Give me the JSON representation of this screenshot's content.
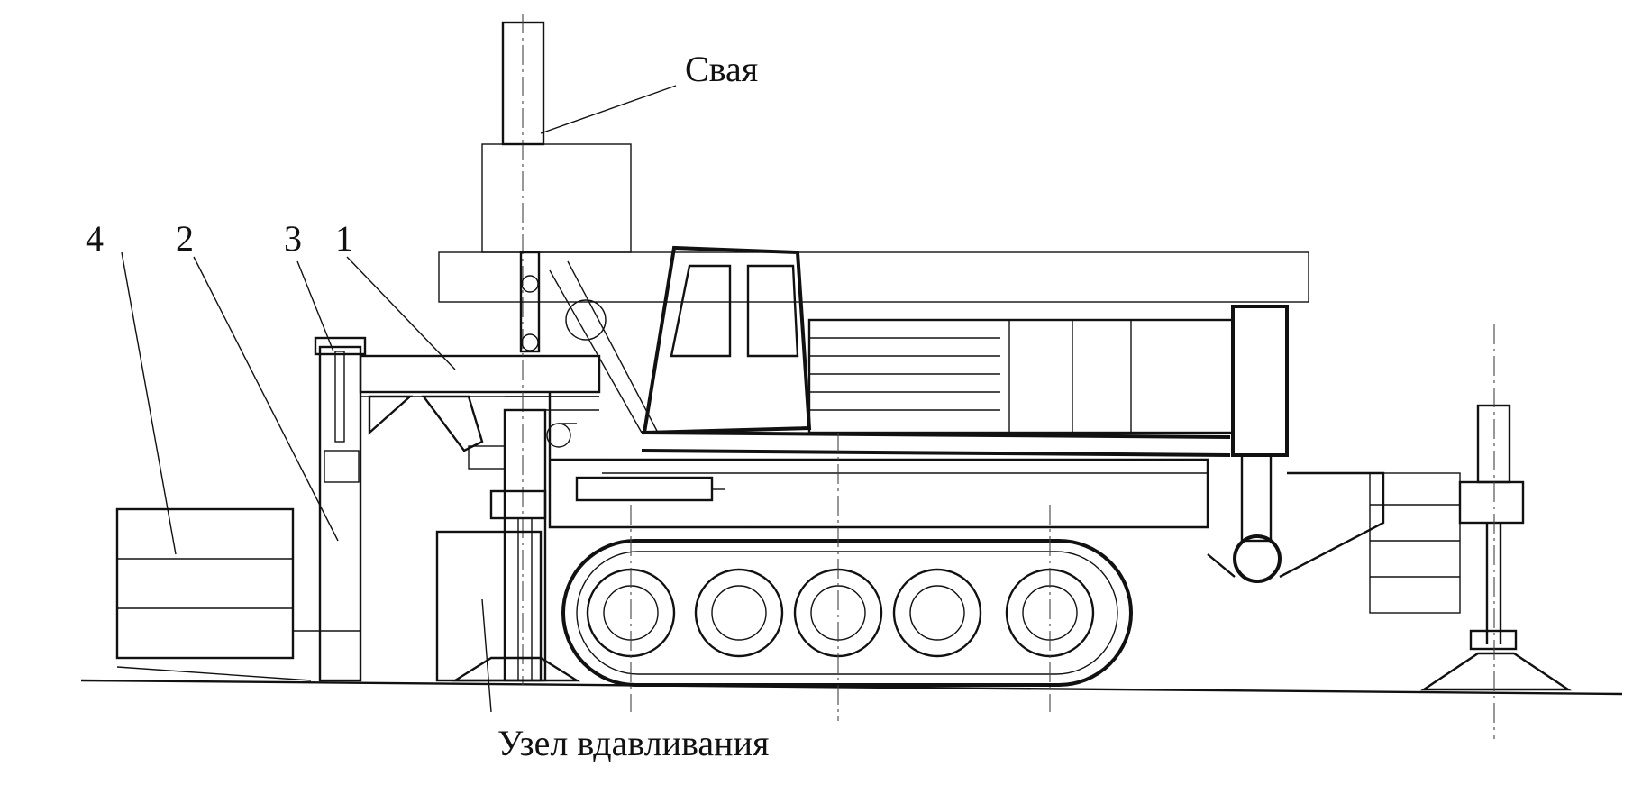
{
  "labels": {
    "pile": "Свая",
    "pressing_unit": "Узел вдавливания",
    "n1": "1",
    "n2": "2",
    "n3": "3",
    "n4": "4"
  },
  "colors": {
    "ink": "#111111",
    "background": "#ffffff"
  }
}
